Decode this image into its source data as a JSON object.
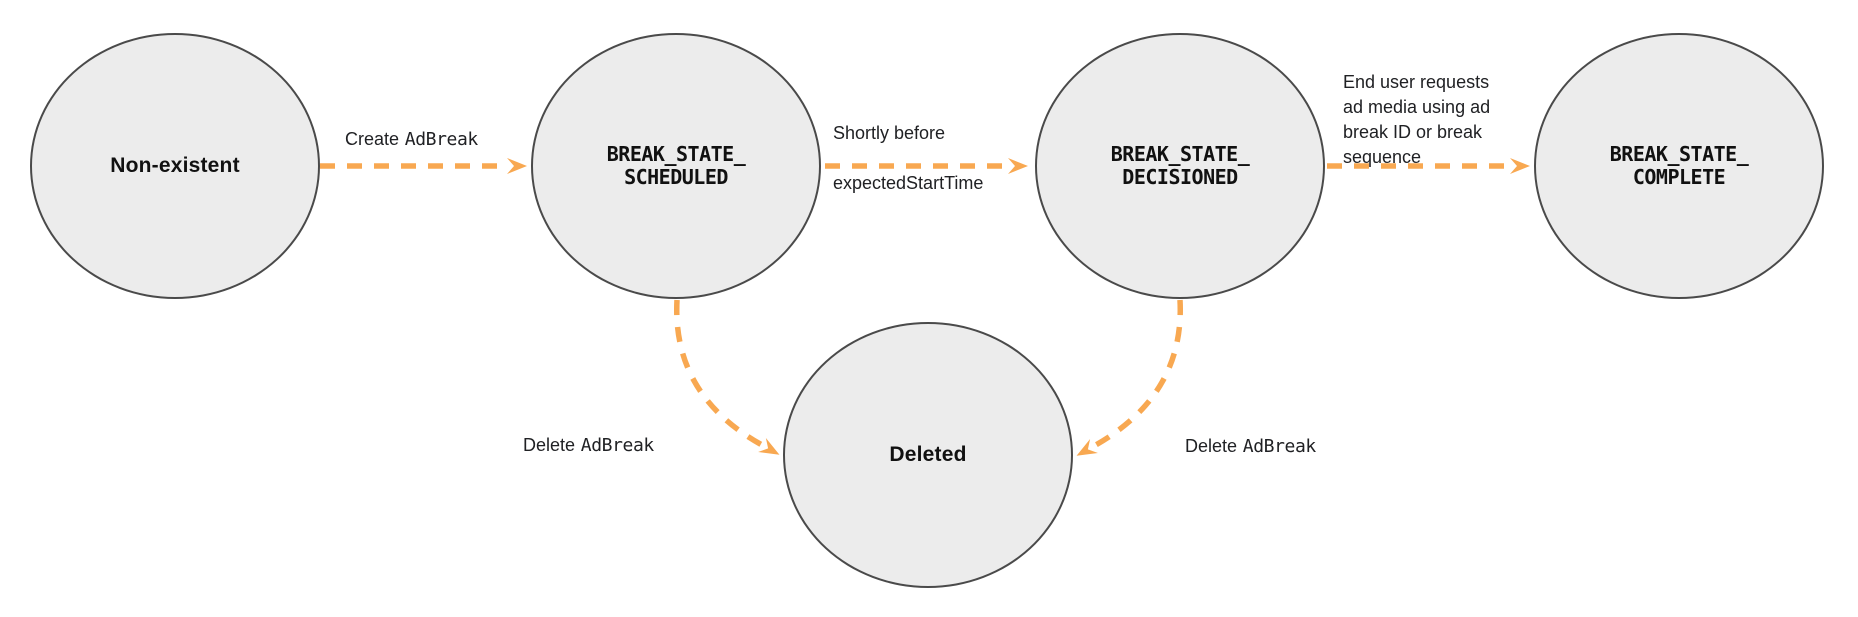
{
  "diagram": {
    "nodes": {
      "non_existent": {
        "label": "Non-existent"
      },
      "scheduled": {
        "label": "BREAK_STATE_\nSCHEDULED"
      },
      "decisioned": {
        "label": "BREAK_STATE_\nDECISIONED"
      },
      "complete": {
        "label": "BREAK_STATE_\nCOMPLETE"
      },
      "deleted": {
        "label": "Deleted"
      }
    },
    "edges": {
      "create": {
        "text": "Create",
        "code": "AdBreak"
      },
      "shortly": {
        "text": "Shortly before",
        "code": "expectedStartTime"
      },
      "end_user": {
        "text": "End user requests\nad media using ad\nbreak ID or break\nsequence"
      },
      "delete_left": {
        "text": "Delete",
        "code": "AdBreak"
      },
      "delete_right": {
        "text": "Delete",
        "code": "AdBreak"
      }
    },
    "colors": {
      "arrow": "#F8A851",
      "node_fill": "#ECECEC",
      "node_border": "#4A4A4A",
      "text": "#202124"
    }
  }
}
